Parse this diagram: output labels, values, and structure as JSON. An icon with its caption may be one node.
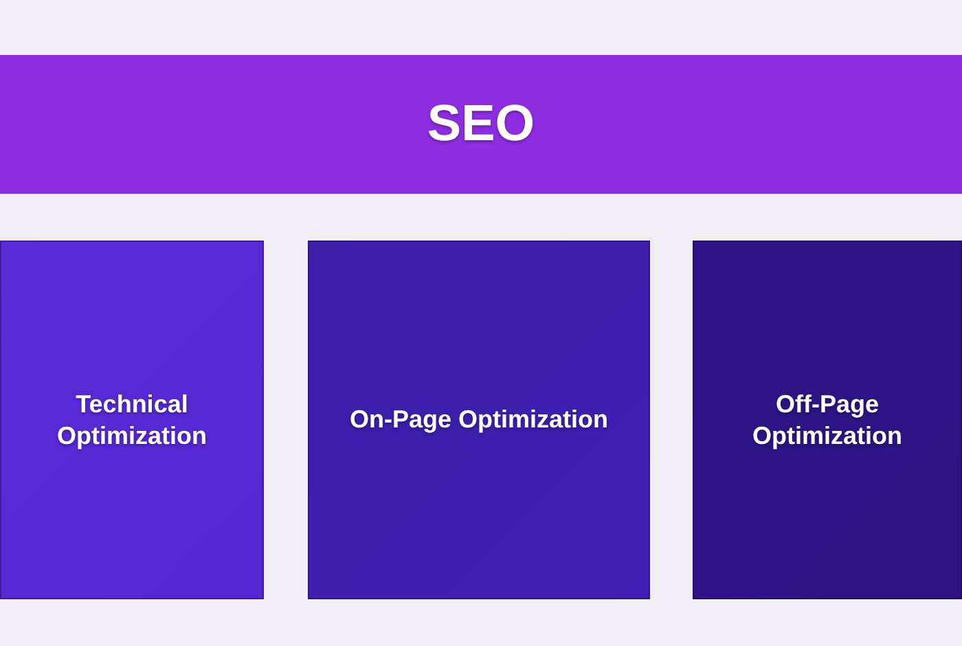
{
  "diagram": {
    "nodes": [
      {
        "text": [
          "SEO"
        ]
      },
      {
        "text": [
          "Technical Optimization"
        ]
      },
      {
        "text": [
          "On-Page Optimization"
        ]
      },
      {
        "text": [
          "Off-Page Optimization"
        ]
      }
    ]
  }
}
